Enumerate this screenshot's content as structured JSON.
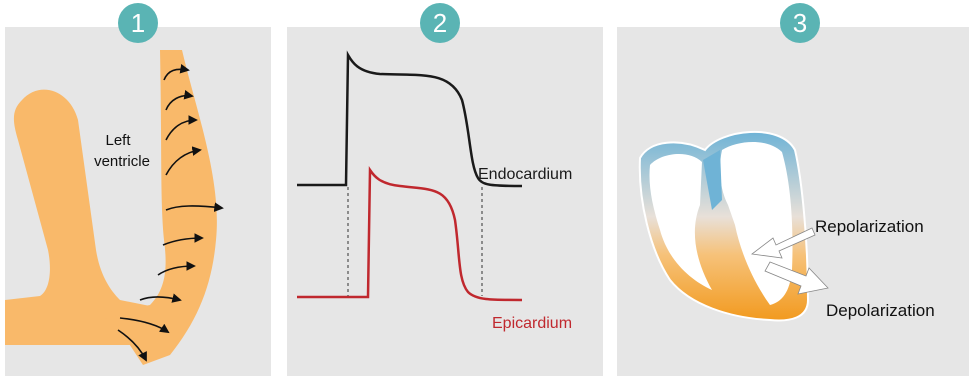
{
  "panels": [
    {
      "number": "1",
      "label_line1": "Left",
      "label_line2": "ventricle"
    },
    {
      "number": "2",
      "trace_top_label": "Endocardium",
      "trace_bottom_label": "Epicardium"
    },
    {
      "number": "3",
      "arrow_up_label": "Repolarization",
      "arrow_down_label": "Depolarization"
    }
  ],
  "colors": {
    "badge": "#5ab4b4",
    "tissue": "#f9b96a",
    "endocardium_trace": "#1a1a1a",
    "epicardium_trace": "#c0282e",
    "heart_blue": "#6fb3d6",
    "heart_orange": "#f29a1f"
  }
}
